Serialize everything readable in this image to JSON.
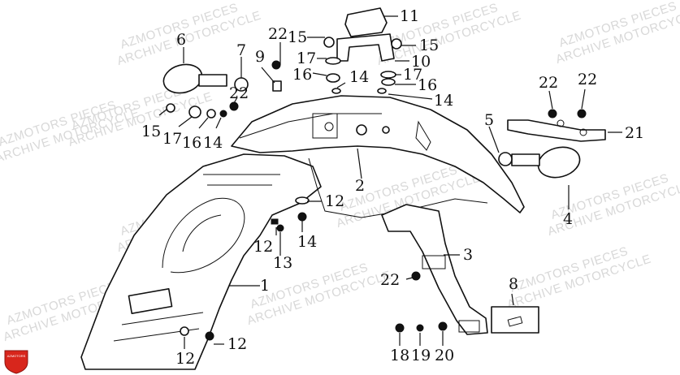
{
  "watermark": {
    "line1": "AZMOTORS PIECES",
    "line2": "ARCHIVE MOTORCYCLE"
  },
  "logo": {
    "text": "AZMOTORS",
    "color": "#d8261c"
  },
  "callouts": [
    {
      "id": "c1",
      "text": "1"
    },
    {
      "id": "c2",
      "text": "2"
    },
    {
      "id": "c3",
      "text": "3"
    },
    {
      "id": "c4",
      "text": "4"
    },
    {
      "id": "c5",
      "text": "5"
    },
    {
      "id": "c6",
      "text": "6"
    },
    {
      "id": "c7",
      "text": "7"
    },
    {
      "id": "c8",
      "text": "8"
    },
    {
      "id": "c9",
      "text": "9"
    },
    {
      "id": "c10",
      "text": "10"
    },
    {
      "id": "c11",
      "text": "11"
    },
    {
      "id": "c12a",
      "text": "12"
    },
    {
      "id": "c12b",
      "text": "12"
    },
    {
      "id": "c12c",
      "text": "12"
    },
    {
      "id": "c13",
      "text": "13"
    },
    {
      "id": "c14a",
      "text": "14"
    },
    {
      "id": "c14b",
      "text": "14"
    },
    {
      "id": "c14c",
      "text": "14"
    },
    {
      "id": "c14d",
      "text": "14"
    },
    {
      "id": "c15a",
      "text": "15"
    },
    {
      "id": "c15b",
      "text": "15"
    },
    {
      "id": "c15c",
      "text": "15"
    },
    {
      "id": "c16a",
      "text": "16"
    },
    {
      "id": "c16b",
      "text": "16"
    },
    {
      "id": "c16c",
      "text": "16"
    },
    {
      "id": "c17a",
      "text": "17"
    },
    {
      "id": "c17b",
      "text": "17"
    },
    {
      "id": "c17c",
      "text": "17"
    },
    {
      "id": "c18",
      "text": "18"
    },
    {
      "id": "c19",
      "text": "19"
    },
    {
      "id": "c20",
      "text": "20"
    },
    {
      "id": "c21",
      "text": "21"
    },
    {
      "id": "c22a",
      "text": "22"
    },
    {
      "id": "c22b",
      "text": "22"
    },
    {
      "id": "c22c",
      "text": "22"
    },
    {
      "id": "c22d",
      "text": "22"
    },
    {
      "id": "c22e",
      "text": "22"
    }
  ]
}
